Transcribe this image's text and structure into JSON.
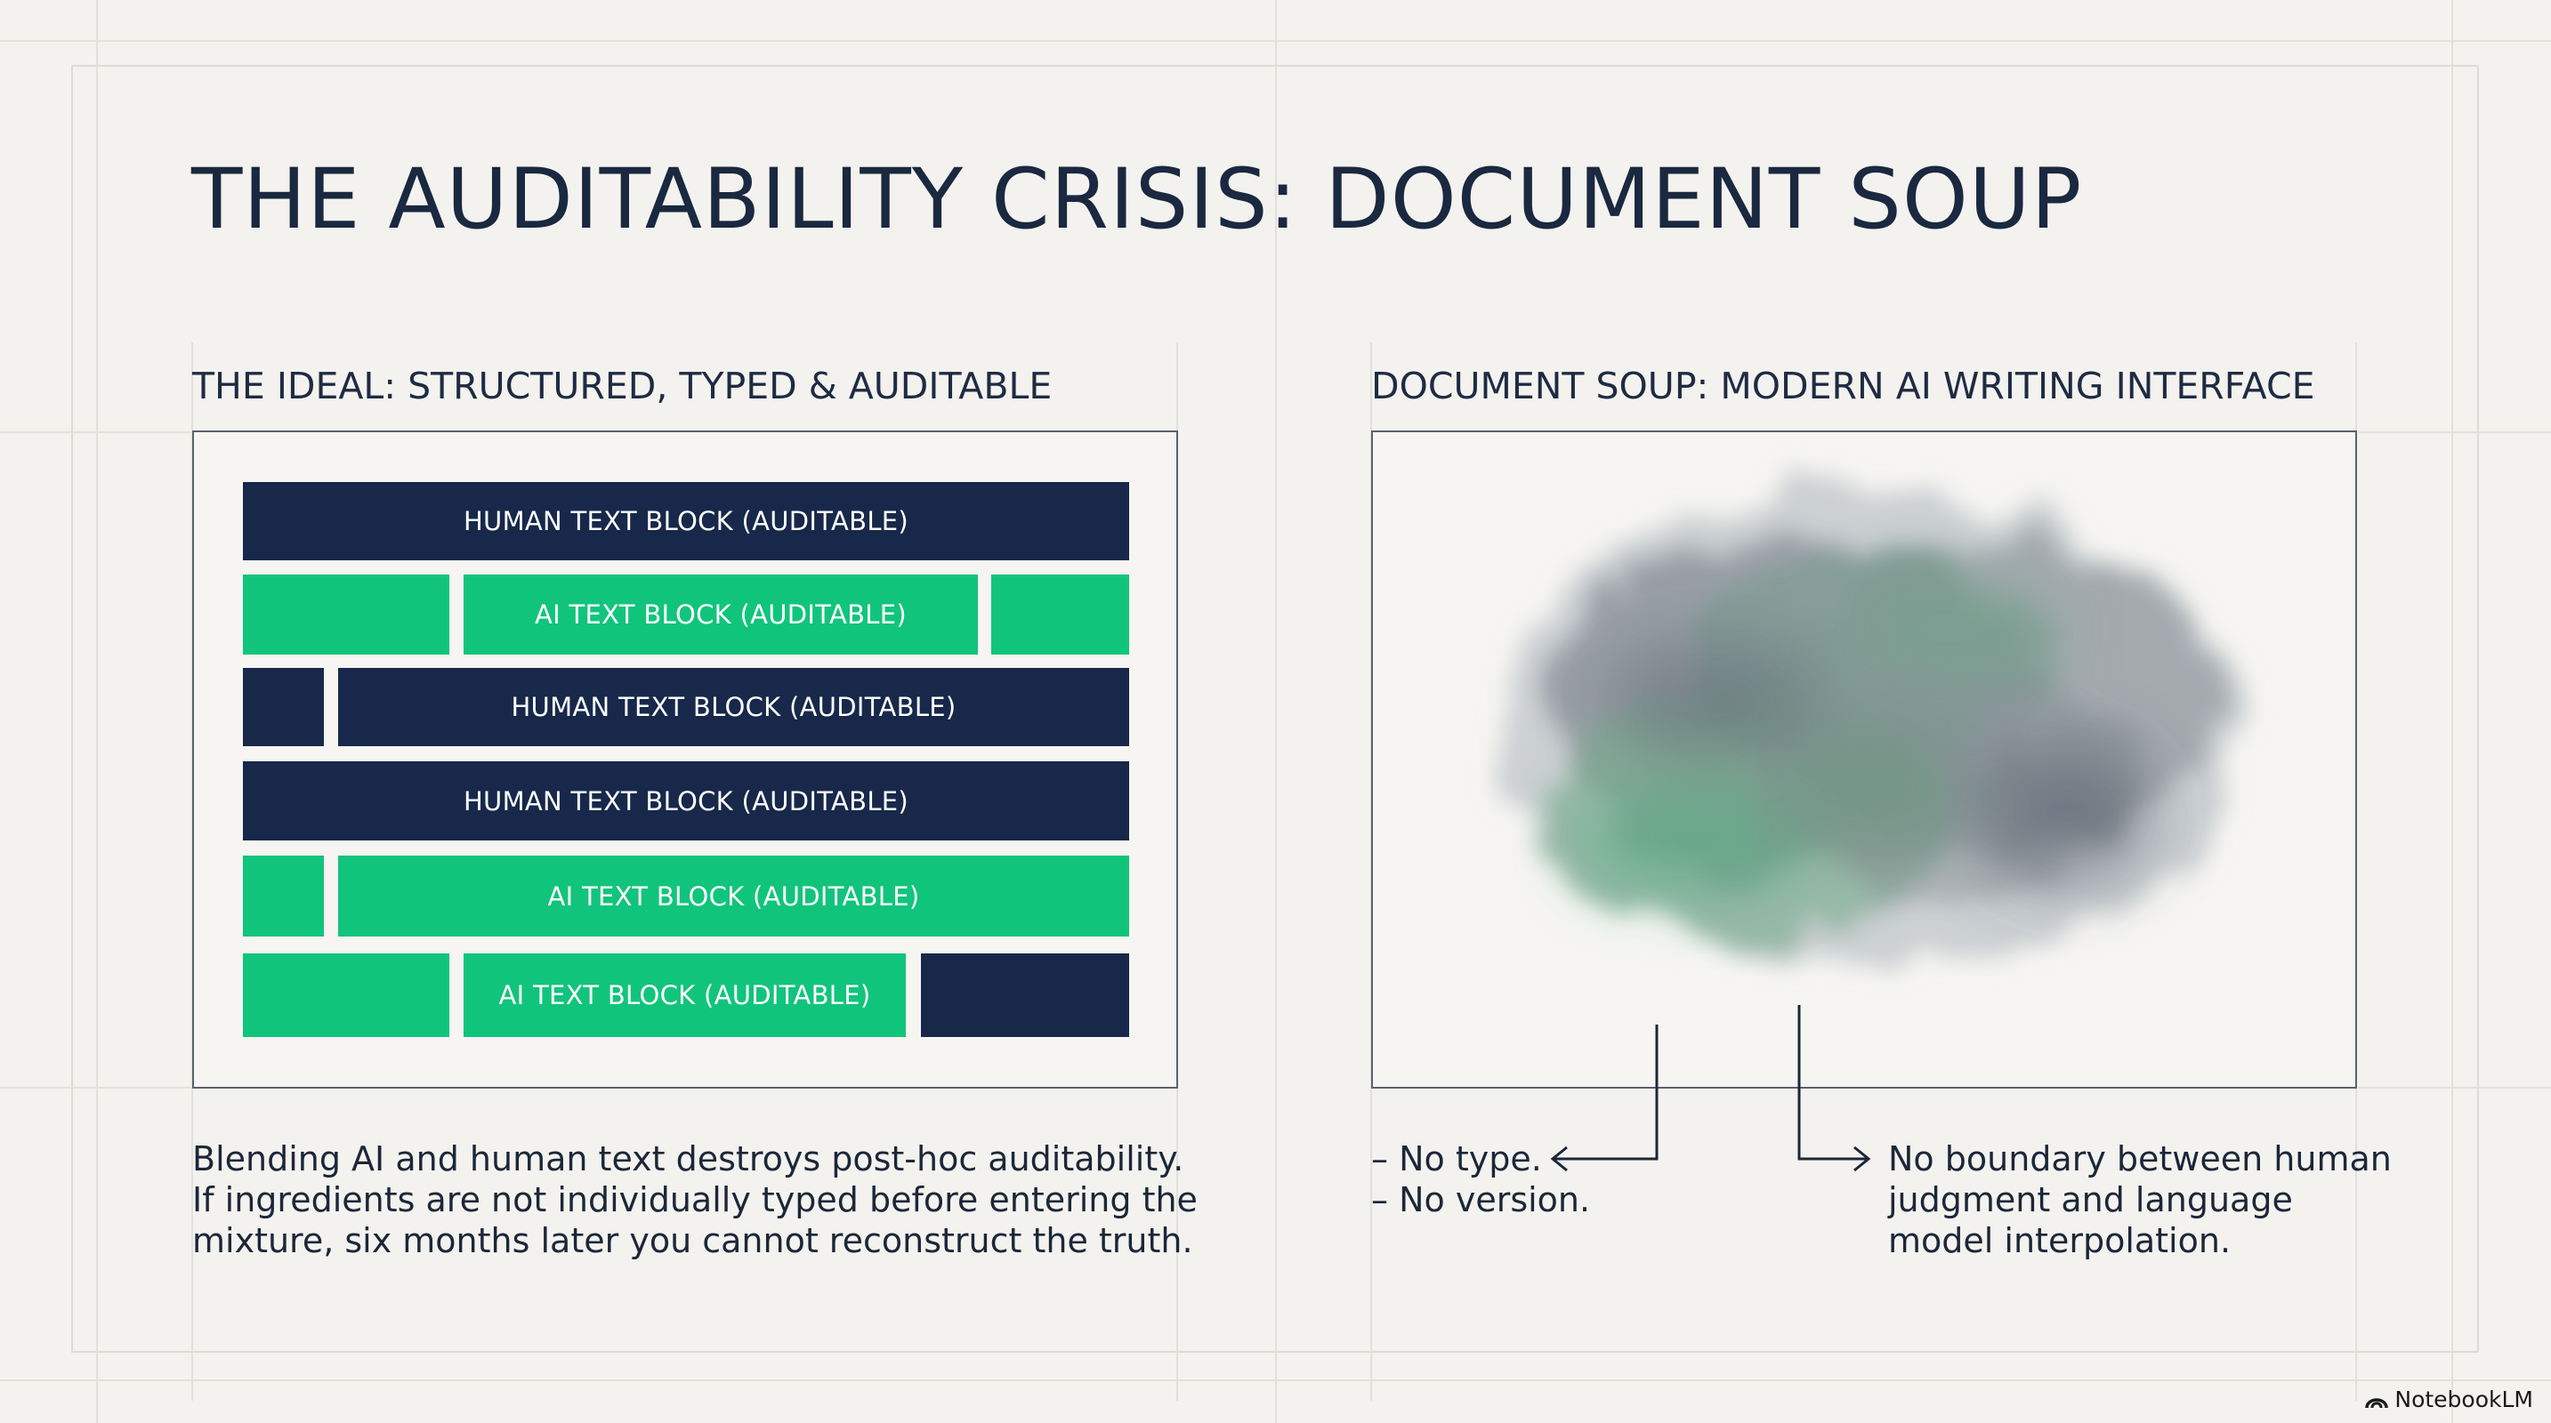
{
  "title": "THE AUDITABILITY CRISIS: DOCUMENT SOUP",
  "ideal": {
    "title": "THE IDEAL: STRUCTURED, TYPED & AUDITABLE",
    "blocks": {
      "human_1": "HUMAN TEXT BLOCK (AUDITABLE)",
      "ai_1": "AI TEXT BLOCK (AUDITABLE)",
      "human_2": "HUMAN TEXT BLOCK (AUDITABLE)",
      "human_3": "HUMAN TEXT BLOCK (AUDITABLE)",
      "ai_2": "AI TEXT BLOCK (AUDITABLE)",
      "ai_3": "AI TEXT BLOCK (AUDITABLE)"
    },
    "caption_lines": [
      "Blending AI and human text destroys post-hoc auditability.",
      "If ingredients are not individually typed before entering the",
      "mixture, six months later you cannot reconstruct the truth."
    ]
  },
  "soup": {
    "title": "DOCUMENT SOUP: MODERN AI WRITING INTERFACE",
    "left_notes": [
      "– No type.",
      "– No version."
    ],
    "right_note_lines": [
      "No boundary between human",
      "judgment and language",
      "model interpolation."
    ]
  },
  "branding": {
    "logo_text": "NotebookLM"
  },
  "colors": {
    "navy": "#17284a",
    "green": "#11c47c",
    "background": "#f3f2ee"
  }
}
